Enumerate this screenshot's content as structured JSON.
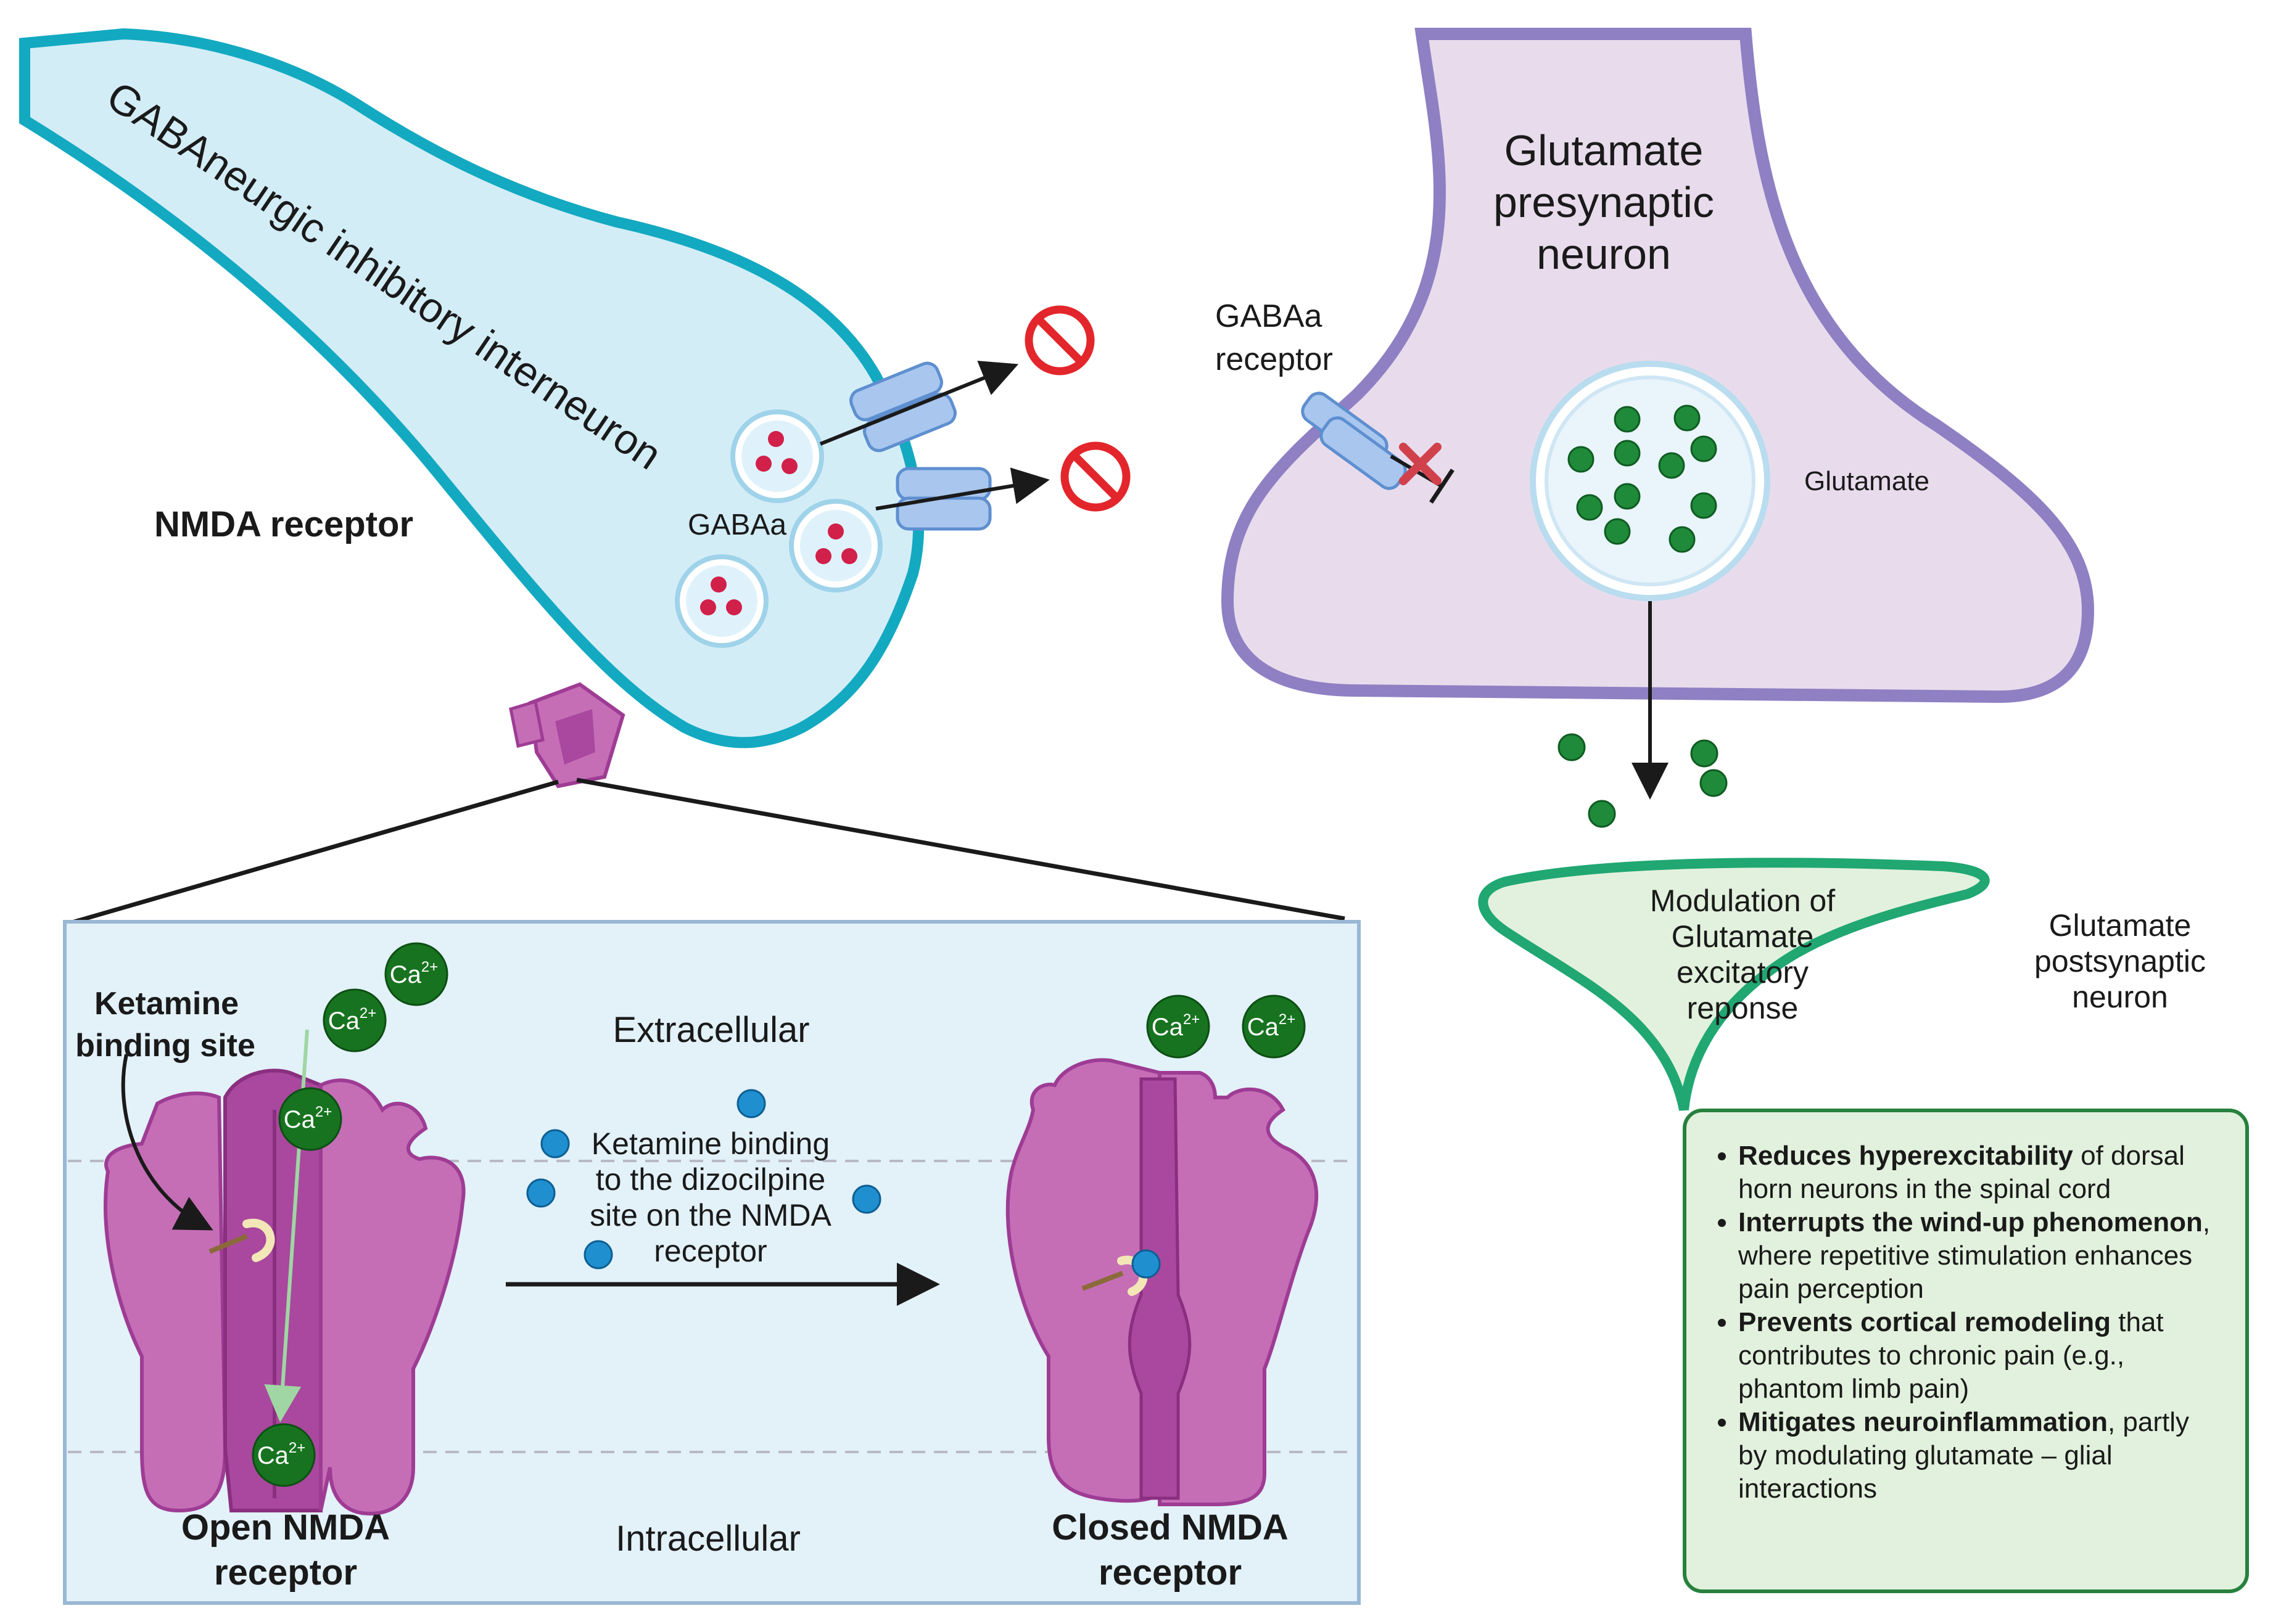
{
  "labels": {
    "gaba_neuron": "GABAneurgic inhibitory interneuron",
    "nmda_receptor": "NMDA receptor",
    "gabaa_vesicles": "GABAa",
    "pre_neuron_l1": "Glutamate",
    "pre_neuron_l2": "presynaptic",
    "pre_neuron_l3": "neuron",
    "gabaa_receptor_l1": "GABAa",
    "gabaa_receptor_l2": "receptor",
    "glutamate": "Glutamate",
    "modulation_l1": "Modulation of",
    "modulation_l2": "Glutamate",
    "modulation_l3": "excitatory",
    "modulation_l4": "reponse",
    "post_neuron_l1": "Glutamate",
    "post_neuron_l2": "postsynaptic",
    "post_neuron_l3": "neuron"
  },
  "inset": {
    "ketamine_site_l1": "Ketamine",
    "ketamine_site_l2": "binding site",
    "extracellular": "Extracellular",
    "intracellular": "Intracellular",
    "binding_l1": "Ketamine binding",
    "binding_l2": "to the dizocilpine",
    "binding_l3": "site on the NMDA",
    "binding_l4": "receptor",
    "open_l1": "Open NMDA",
    "open_l2": "receptor",
    "closed_l1": "Closed NMDA",
    "closed_l2": "receptor",
    "ion": "Ca",
    "ion_charge": "2+"
  },
  "effects": [
    {
      "bold": "Reduces hyperexcitability",
      "text": " of dorsal horn neurons in the spinal cord"
    },
    {
      "bold": "Interrupts the wind-up phenomenon",
      "text": ", where repetitive stimulation enhances pain perception"
    },
    {
      "bold": "Prevents cortical remodeling",
      "text": " that contributes to chronic pain (e.g., phantom limb pain)"
    },
    {
      "bold": "Mitigates neuroinflammation",
      "text": ", partly by modulating glutamate – glial interactions"
    }
  ],
  "icons": {
    "blocked": "prohibited-icon",
    "inhibit": "red-x-inhibition-icon",
    "arrow": "arrow-icon"
  },
  "colors": {
    "gaba_fill": "#d3edf7",
    "gaba_stroke": "#13a9c1",
    "pre_fill": "#e8dcec",
    "pre_stroke": "#8f7fc3",
    "post_fill": "#e2f1dd",
    "post_stroke": "#20a772",
    "receptor": "#c56eb6",
    "receptor_dark": "#9e3c94",
    "calcium": "#17731f",
    "glutamate_dot": "#1f8a3a",
    "ketamine_dot": "#1f8fd0",
    "gaba_dot": "#d1204a",
    "blocked": "#e3262b"
  }
}
